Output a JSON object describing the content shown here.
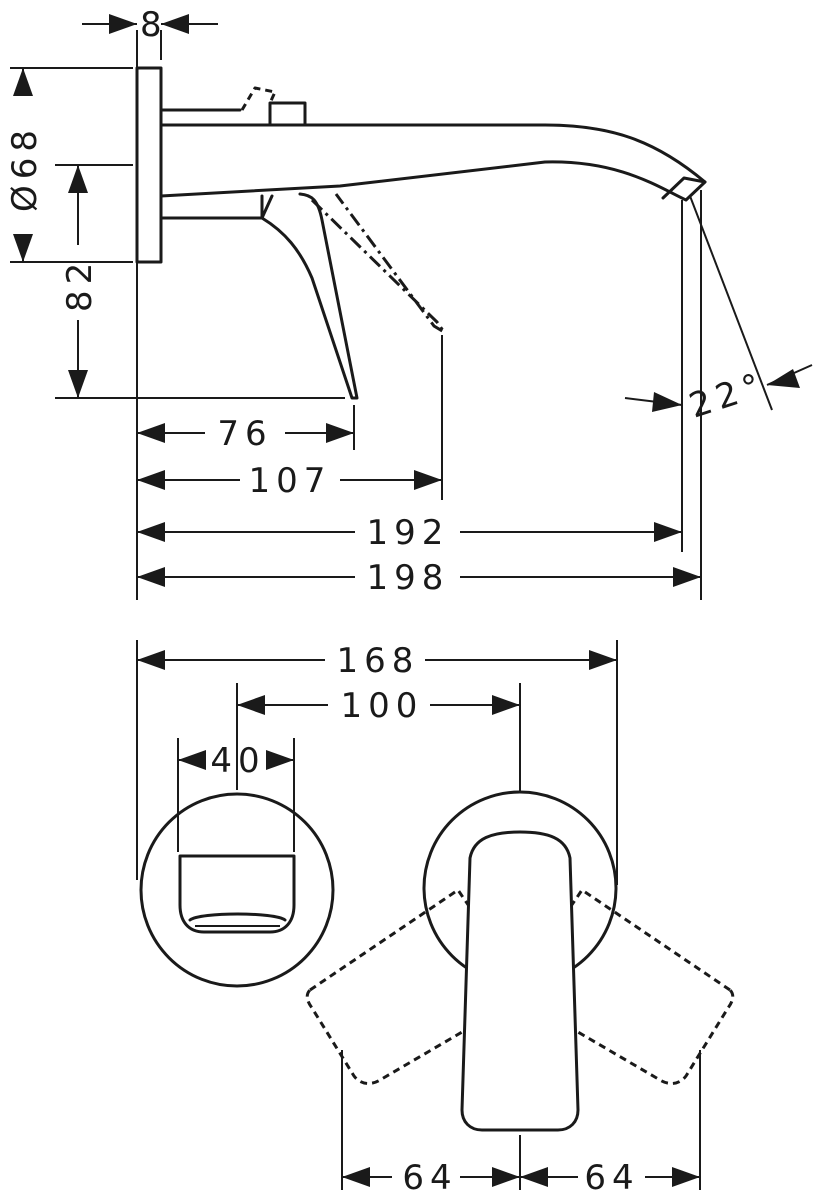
{
  "dimensions": {
    "plate_depth": "8",
    "plate_diameter": "Ø68",
    "spout_height": "82",
    "lever_projection": "76",
    "lever_projection_open": "107",
    "spout_projection": "192",
    "total_projection": "198",
    "spout_angle": "22°",
    "center_distance_total": "168",
    "center_distance": "100",
    "spout_width": "40",
    "lever_swing_left": "64",
    "lever_swing_right": "64"
  }
}
